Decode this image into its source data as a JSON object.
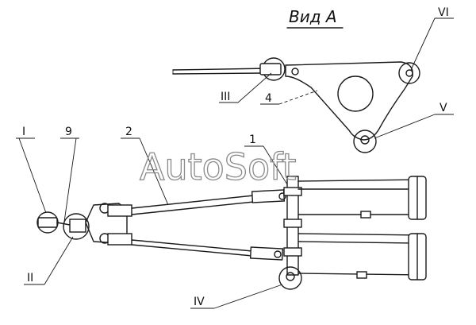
{
  "view_title": "Вид А",
  "watermark": "AutoSoft",
  "callouts": {
    "I": "I",
    "II": "II",
    "III": "III",
    "IV": "IV",
    "V": "V",
    "VI": "VI",
    "n1": "1",
    "n2": "2",
    "n4": "4",
    "n9": "9"
  }
}
